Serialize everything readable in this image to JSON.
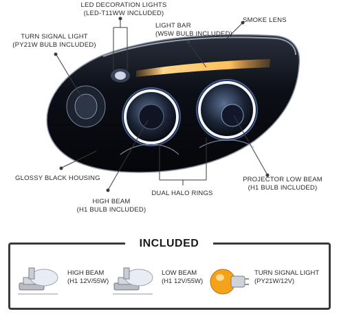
{
  "callouts": {
    "led_decoration": {
      "line1": "LED DECORATION LIGHTS",
      "line2": "(LED-T11WW INCLUDED)"
    },
    "turn_signal": {
      "line1": "TURN SIGNAL LIGHT",
      "line2": "(PY21W BULB INCLUDED)"
    },
    "light_bar": {
      "line1": "LIGHT BAR",
      "line2": "(W5W BULB INCLUDED)"
    },
    "smoke_lens": {
      "line1": "SMOKE LENS"
    },
    "glossy_black": {
      "line1": "GLOSSY BLACK HOUSING"
    },
    "projector_low": {
      "line1": "PROJECTOR LOW BEAM",
      "line2": "(H1 BULB INCLUDED)"
    },
    "high_beam": {
      "line1": "HIGH BEAM",
      "line2": "(H1 BULB INCLUDED)"
    },
    "dual_halo": {
      "line1": "DUAL HALO RINGS"
    }
  },
  "included": {
    "title": "INCLUDED",
    "items": [
      {
        "line1": "HIGH BEAM",
        "line2": "(H1 12V/55W)",
        "icon": "h1-bulb-icon"
      },
      {
        "line1": "LOW BEAM",
        "line2": "(H1 12V/55W)",
        "icon": "h1-bulb-icon"
      },
      {
        "line1": "TURN SIGNAL LIGHT",
        "line2": "(PY21W/12V)",
        "icon": "amber-bulb-icon"
      }
    ]
  },
  "colors": {
    "housing": "#0b0d12",
    "halo": "#e8f1ff",
    "light_bar": "#f2b24a",
    "amber_bulb": "#f3a21a"
  }
}
